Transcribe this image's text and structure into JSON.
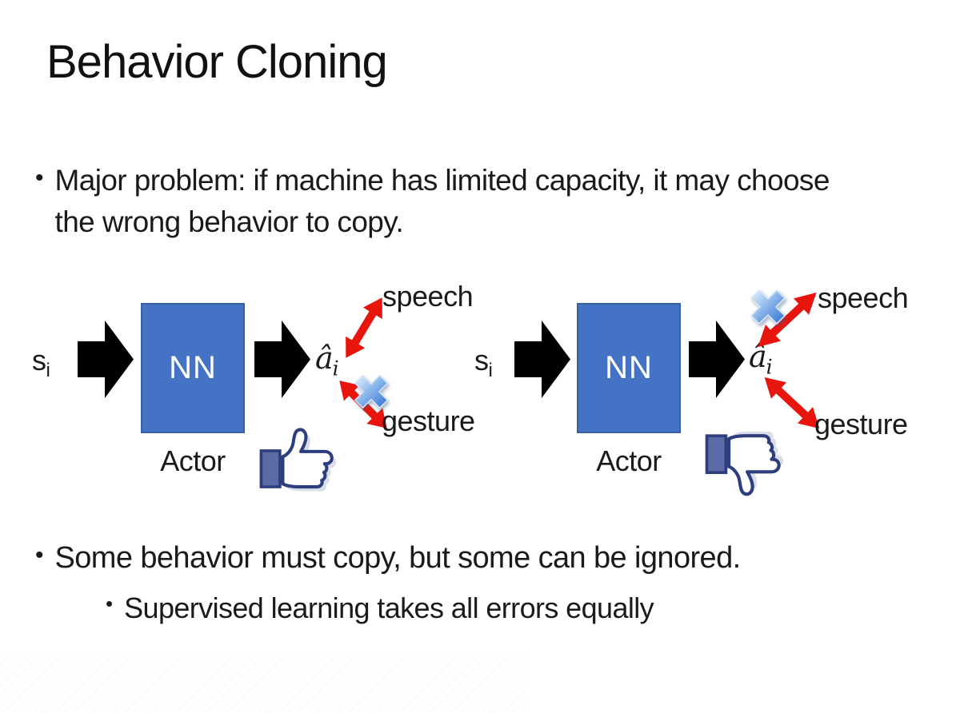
{
  "slide": {
    "title": "Behavior Cloning",
    "bullets": {
      "b1": "Major problem: if machine has limited capacity, it may choose the wrong behavior to copy.",
      "b2": "Some behavior must copy, but some can be ignored.",
      "b2_sub": "Supervised learning takes all errors equally",
      "dot": "•"
    },
    "diagram": {
      "input_label": "s",
      "input_sub": "i",
      "nn_label": "NN",
      "actor_label": "Actor",
      "output_label": "â",
      "output_sub": "i",
      "speech_label": "speech",
      "gesture_label": "gesture"
    },
    "icons": {
      "thumbs_up": "thumbs-up-icon",
      "thumbs_down": "thumbs-down-icon",
      "cross": "blue-cross-icon",
      "block_arrow": "black-block-arrow-icon",
      "double_arrow": "red-double-arrow-icon"
    },
    "colors": {
      "nn_box_fill": "#4472C4",
      "nn_box_border": "#3A5FA5",
      "arrow_black": "#000000",
      "arrow_red": "#E8150D",
      "cross_blue_dark": "#2F6FD0",
      "cross_blue_light": "#E8F2FC",
      "thumb_navy": "#2D3E7F",
      "thumb_cuff": "#5C6AA5",
      "thumb_shade": "#D9DEE8",
      "text": "#1A1A1A"
    }
  }
}
